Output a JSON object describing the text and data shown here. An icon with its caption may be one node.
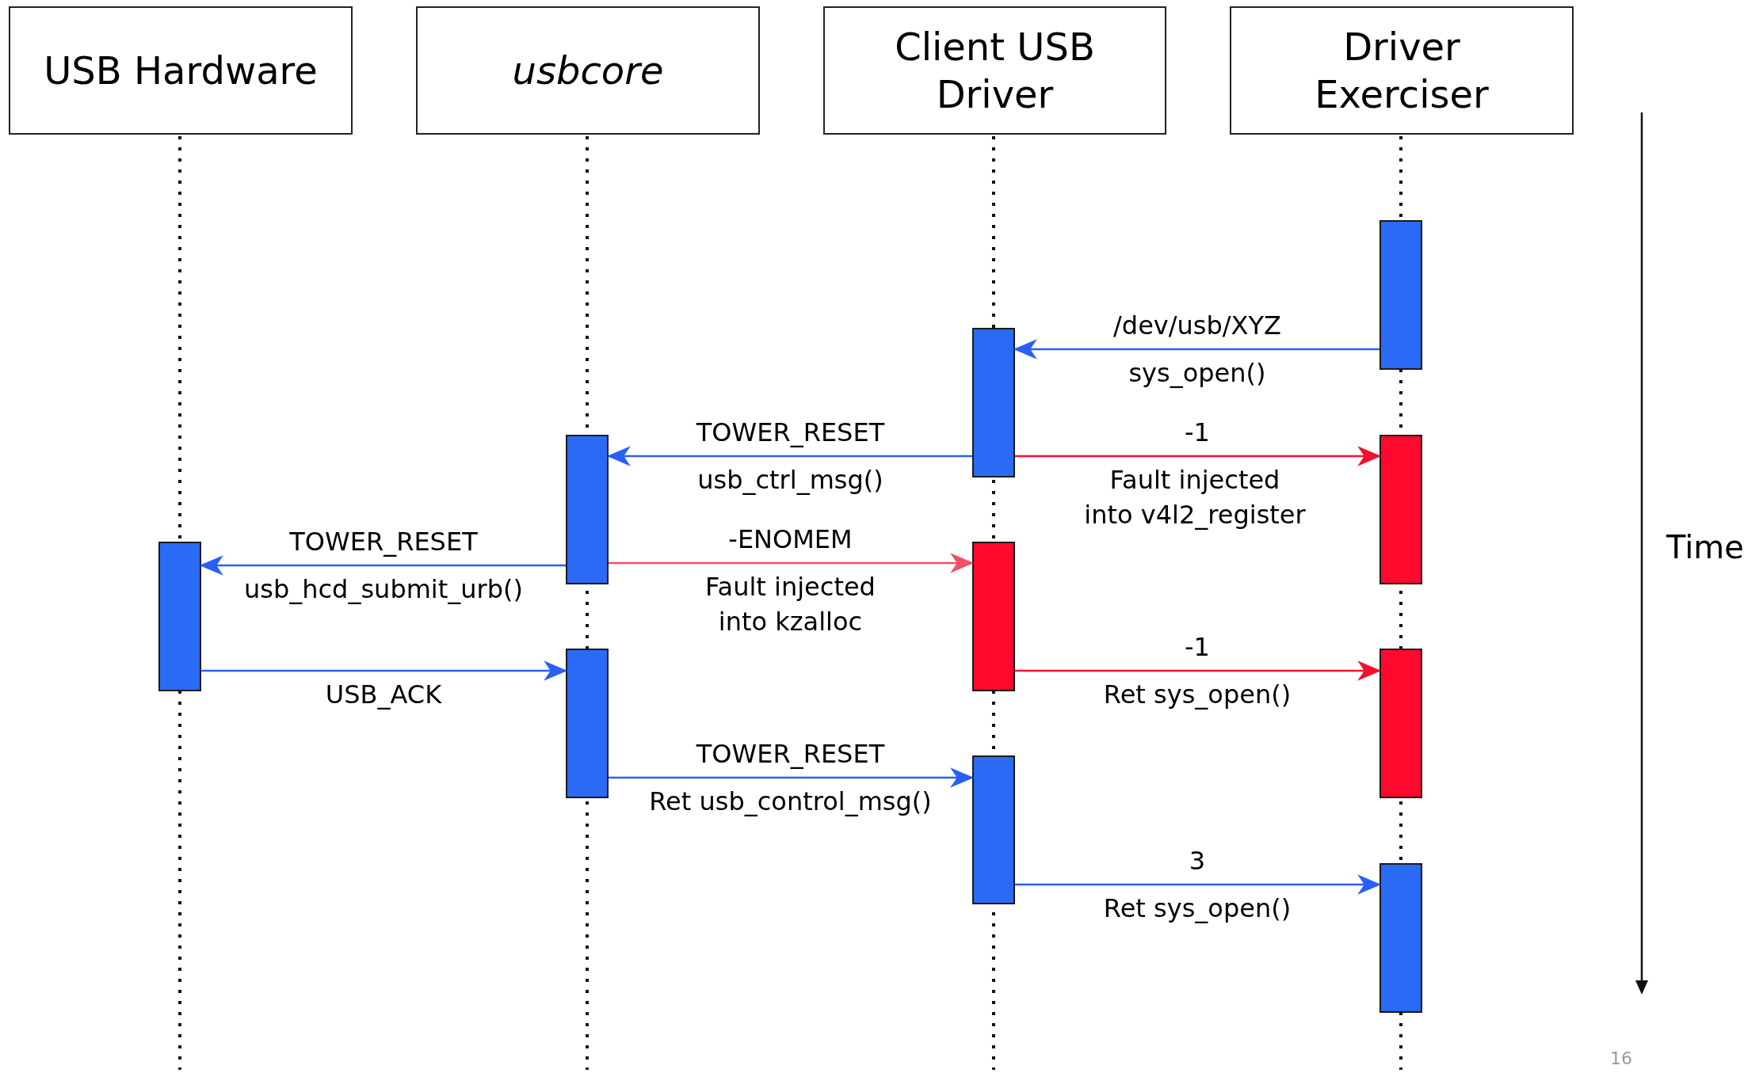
{
  "diagram": {
    "nodes": [
      {
        "text": [
          "USB Hardware"
        ]
      },
      {
        "text": [
          "usbcore"
        ]
      },
      {
        "text": [
          "Client USB Driver"
        ]
      },
      {
        "text": [
          "Driver Exerciser"
        ]
      },
      {
        "text": [],
        "shape": "bar"
      },
      {
        "text": [],
        "shape": "bar"
      },
      {
        "text": [],
        "shape": "bar"
      },
      {
        "text": [],
        "shape": "bar"
      },
      {
        "text": [],
        "shape": "bar"
      },
      {
        "text": [],
        "shape": "bar"
      },
      {
        "text": [],
        "shape": "bar"
      },
      {
        "text": [],
        "shape": "bar"
      },
      {
        "text": [],
        "shape": "bar"
      },
      {
        "text": [],
        "shape": "bar"
      }
    ],
    "edges": [
      {
        "from": 4,
        "to": 5,
        "arrow": "to",
        "label": "/dev/usb/XYZ"
      },
      {
        "from": 5,
        "to": 6,
        "arrow": "to",
        "label": "TOWER_RESET"
      },
      {
        "from": 5,
        "to": 7,
        "arrow": "to",
        "label": "-1",
        "color": "#f5102e"
      },
      {
        "from": 6,
        "to": 8,
        "arrow": "to",
        "label": "TOWER_RESET"
      },
      {
        "from": 6,
        "to": 9,
        "arrow": "to",
        "label": "-ENOMEM",
        "color": "#f2506a"
      },
      {
        "from": 8,
        "to": 10,
        "arrow": "to",
        "label": "USB_ACK"
      },
      {
        "from": 9,
        "to": 11,
        "arrow": "to",
        "label": "-1",
        "color": "#f5102e"
      },
      {
        "from": 10,
        "to": 12,
        "arrow": "to",
        "label": "TOWER_RESET"
      },
      {
        "from": 12,
        "to": 13,
        "arrow": "to",
        "label": "3"
      }
    ],
    "labels": [
      "sys_open()",
      "usb_ctrl_msg()",
      "Fault injected into v4l2_register",
      "usb_hcd_submit_urb()",
      "Fault injected into kzalloc",
      "Ret sys_open()",
      "Ret usb_control_msg()",
      "Ret sys_open()",
      "Time",
      "16"
    ]
  }
}
